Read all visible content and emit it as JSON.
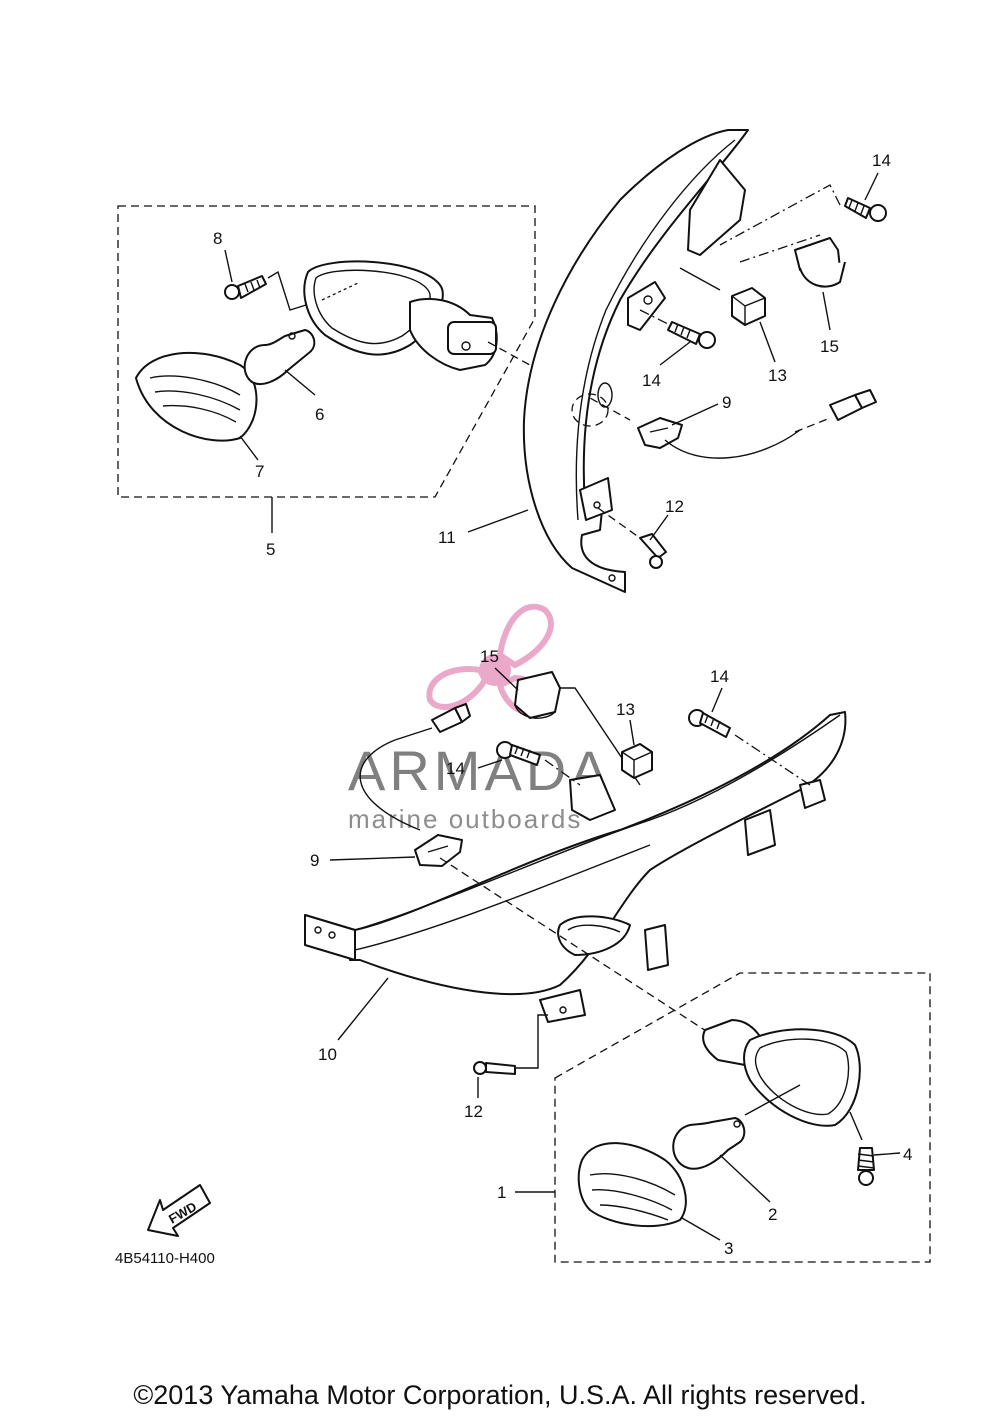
{
  "callouts": [
    {
      "id": "c1",
      "text": "1"
    },
    {
      "id": "c2",
      "text": "2"
    },
    {
      "id": "c3",
      "text": "3"
    },
    {
      "id": "c4",
      "text": "4"
    },
    {
      "id": "c5",
      "text": "5"
    },
    {
      "id": "c6",
      "text": "6"
    },
    {
      "id": "c7",
      "text": "7"
    },
    {
      "id": "c8",
      "text": "8"
    },
    {
      "id": "c9a",
      "text": "9"
    },
    {
      "id": "c9b",
      "text": "9"
    },
    {
      "id": "c10",
      "text": "10"
    },
    {
      "id": "c11",
      "text": "11"
    },
    {
      "id": "c12a",
      "text": "12"
    },
    {
      "id": "c12b",
      "text": "12"
    },
    {
      "id": "c13a",
      "text": "13"
    },
    {
      "id": "c13b",
      "text": "13"
    },
    {
      "id": "c14a",
      "text": "14"
    },
    {
      "id": "c14b",
      "text": "14"
    },
    {
      "id": "c14c",
      "text": "14"
    },
    {
      "id": "c14d",
      "text": "14"
    },
    {
      "id": "c15a",
      "text": "15"
    },
    {
      "id": "c15b",
      "text": "15"
    }
  ],
  "fwd_label": "FWD",
  "diagram_code": "4B54110-H400",
  "watermark": {
    "title": "ARMADA",
    "subtitle": "marine outboards",
    "logo_color": "#e8a0c4"
  },
  "copyright": "©2013 Yamaha Motor Corporation, U.S.A. All rights reserved."
}
